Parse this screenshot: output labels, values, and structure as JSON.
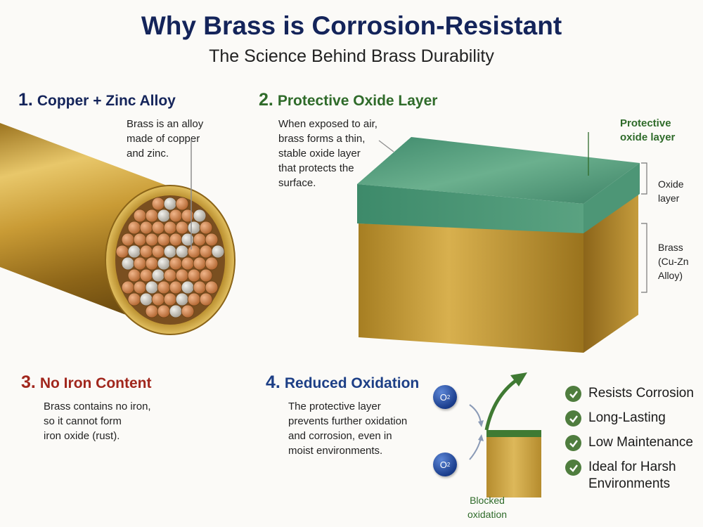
{
  "header": {
    "title": "Why Brass is Corrosion-Resistant",
    "subtitle": "The Science Behind Brass Durability"
  },
  "sections": [
    {
      "number": "1.",
      "heading": "Copper + Zinc Alloy",
      "text_lines": [
        "Brass is an alloy",
        "made of copper",
        "and zinc."
      ],
      "color": "#14245a"
    },
    {
      "number": "2.",
      "heading": "Protective Oxide Layer",
      "text_lines": [
        "When exposed to air,",
        "brass forms a thin,",
        "stable oxide layer",
        "that protects the",
        "surface."
      ],
      "color": "#2f6b2a"
    },
    {
      "number": "3.",
      "heading": "No Iron Content",
      "text_lines": [
        "Brass contains no iron,",
        "so it cannot form",
        "iron oxide (rust)."
      ],
      "color": "#a1271d"
    },
    {
      "number": "4.",
      "heading": "Reduced Oxidation",
      "text_lines": [
        "The protective layer",
        "prevents further oxidation",
        "and corrosion, even in",
        "moist environments."
      ],
      "color": "#1d3f86"
    }
  ],
  "block_labels": {
    "protective_layer": [
      "Protective",
      "oxide layer"
    ],
    "oxide_layer": [
      "Oxide",
      "layer"
    ],
    "brass": [
      "Brass",
      "(Cu-Zn",
      "Alloy)"
    ]
  },
  "oxidation_diagram": {
    "molecule": "O",
    "molecule_sub": "2",
    "blocked_label": [
      "Blocked",
      "oxidation"
    ]
  },
  "benefits": [
    [
      "Resists Corrosion"
    ],
    [
      "Long-Lasting"
    ],
    [
      "Low Maintenance"
    ],
    [
      "Ideal for Harsh",
      "Environments"
    ]
  ],
  "colors": {
    "title": "#14245a",
    "brass": "#c9a23c",
    "oxide": "#4e9a7a",
    "check": "#4f7d3e"
  },
  "icons": [
    "check-icon",
    "oxygen-molecule-icon",
    "arrow-icon"
  ]
}
